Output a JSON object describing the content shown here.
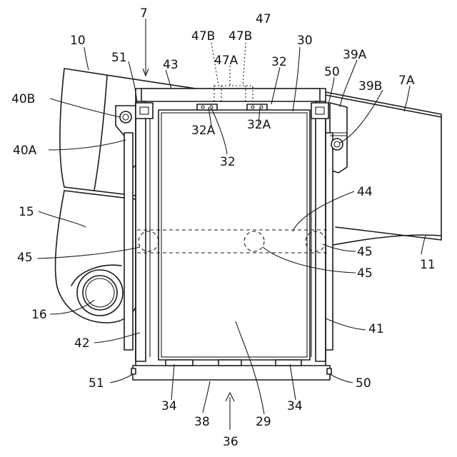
{
  "diagram": {
    "labels": {
      "l7": "7",
      "l47": "47",
      "l47B_left": "47B",
      "l47B_right": "47B",
      "l47A": "47A",
      "l10": "10",
      "l30": "30",
      "l39A": "39A",
      "l51_top": "51",
      "l43": "43",
      "l32_top": "32",
      "l50_top": "50",
      "l7A": "7A",
      "l39B": "39B",
      "l40B": "40B",
      "l32A_left": "32A",
      "l32A_right": "32A",
      "l40A": "40A",
      "l32_mid": "32",
      "l44": "44",
      "l15": "15",
      "l45_left": "45",
      "l45_right_a": "45",
      "l45_right_b": "45",
      "l11": "11",
      "l16": "16",
      "l41": "41",
      "l42": "42",
      "l51_bottom": "51",
      "l50_bottom": "50",
      "l34_left": "34",
      "l34_right": "34",
      "l38": "38",
      "l29": "29",
      "l36": "36"
    }
  }
}
